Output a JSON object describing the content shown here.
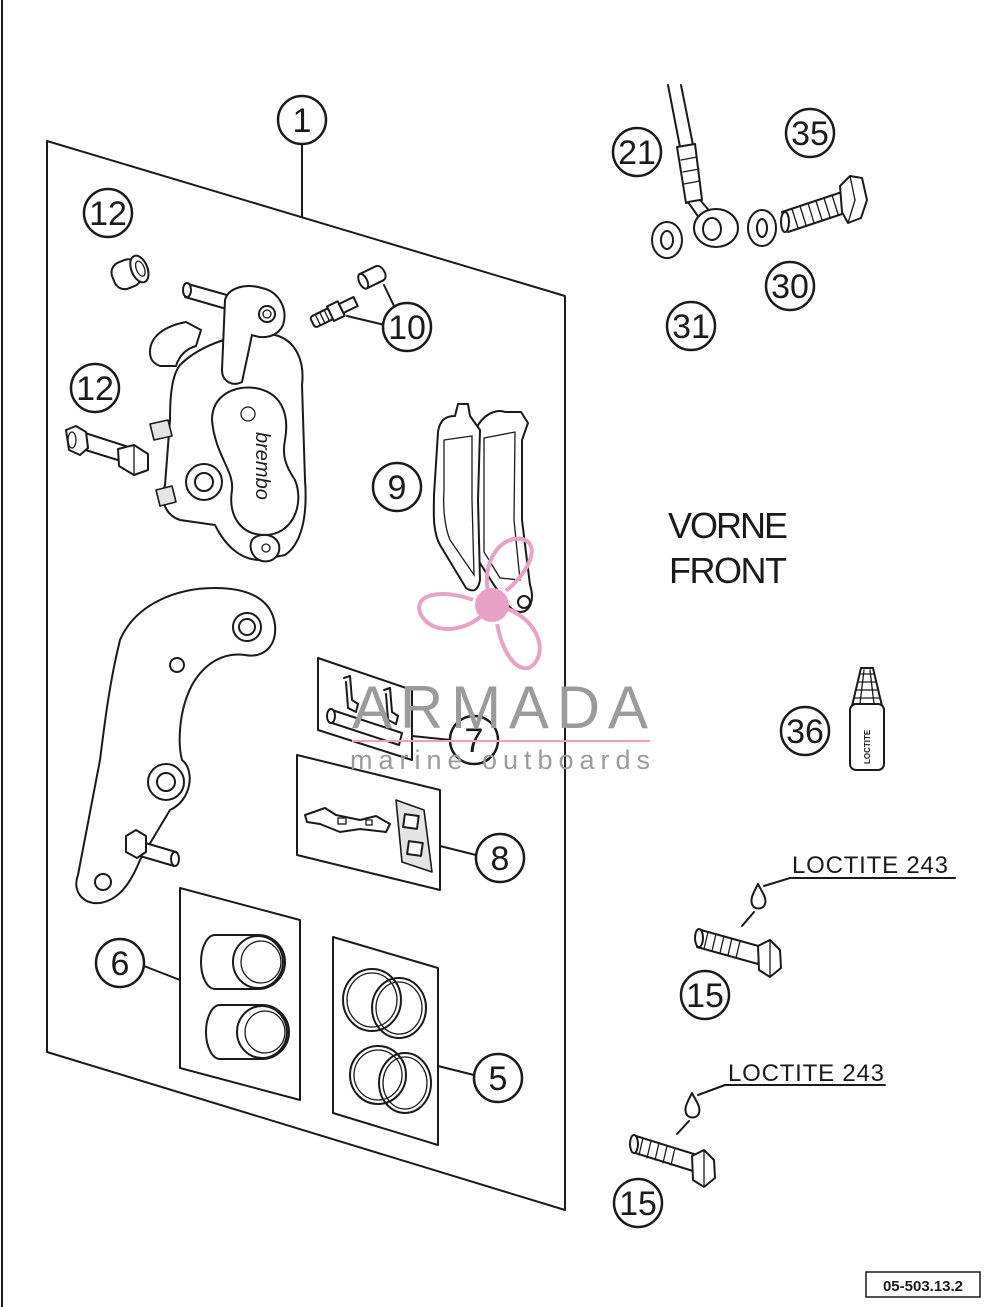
{
  "callouts": [
    {
      "number": "1"
    },
    {
      "number": "12"
    },
    {
      "number": "12"
    },
    {
      "number": "10"
    },
    {
      "number": "9"
    },
    {
      "number": "7"
    },
    {
      "number": "8"
    },
    {
      "number": "6"
    },
    {
      "number": "5"
    },
    {
      "number": "21"
    },
    {
      "number": "35"
    },
    {
      "number": "30"
    },
    {
      "number": "31"
    },
    {
      "number": "36"
    },
    {
      "number": "15"
    },
    {
      "number": "15"
    }
  ],
  "labels": {
    "direction_de": "VORNE",
    "direction_en": "FRONT",
    "loctite_top": "LOCTITE 243",
    "loctite_bottom": "LOCTITE 243"
  },
  "drawing_number": "05-503.13.2",
  "part_markings": {
    "caliper_brand": "brembo",
    "bottle_label": "LOCTITE"
  },
  "watermark": {
    "brand": "ARMADA",
    "tagline": "marine outboards"
  },
  "colors": {
    "line": "#1a1a1a",
    "watermark_pink": "#e8a2c7",
    "watermark_gray": "#9b9b9b"
  }
}
